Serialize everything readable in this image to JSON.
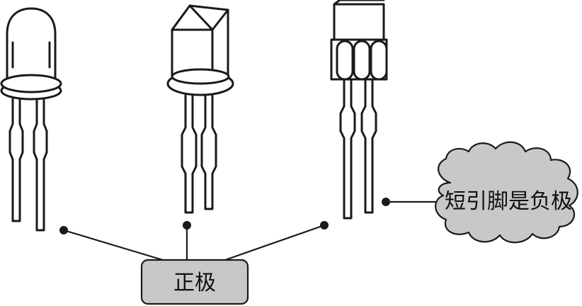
{
  "positive_label": "正极",
  "negative_label": "短引脚是负极",
  "colors": {
    "stroke": "#1a1a1a",
    "label_box_fill": "#c8c8c8",
    "cloud_fill": "#c8c8c8"
  },
  "components": [
    {
      "id": "led-5mm"
    },
    {
      "id": "to-92-can"
    },
    {
      "id": "smd-three-pin"
    }
  ]
}
